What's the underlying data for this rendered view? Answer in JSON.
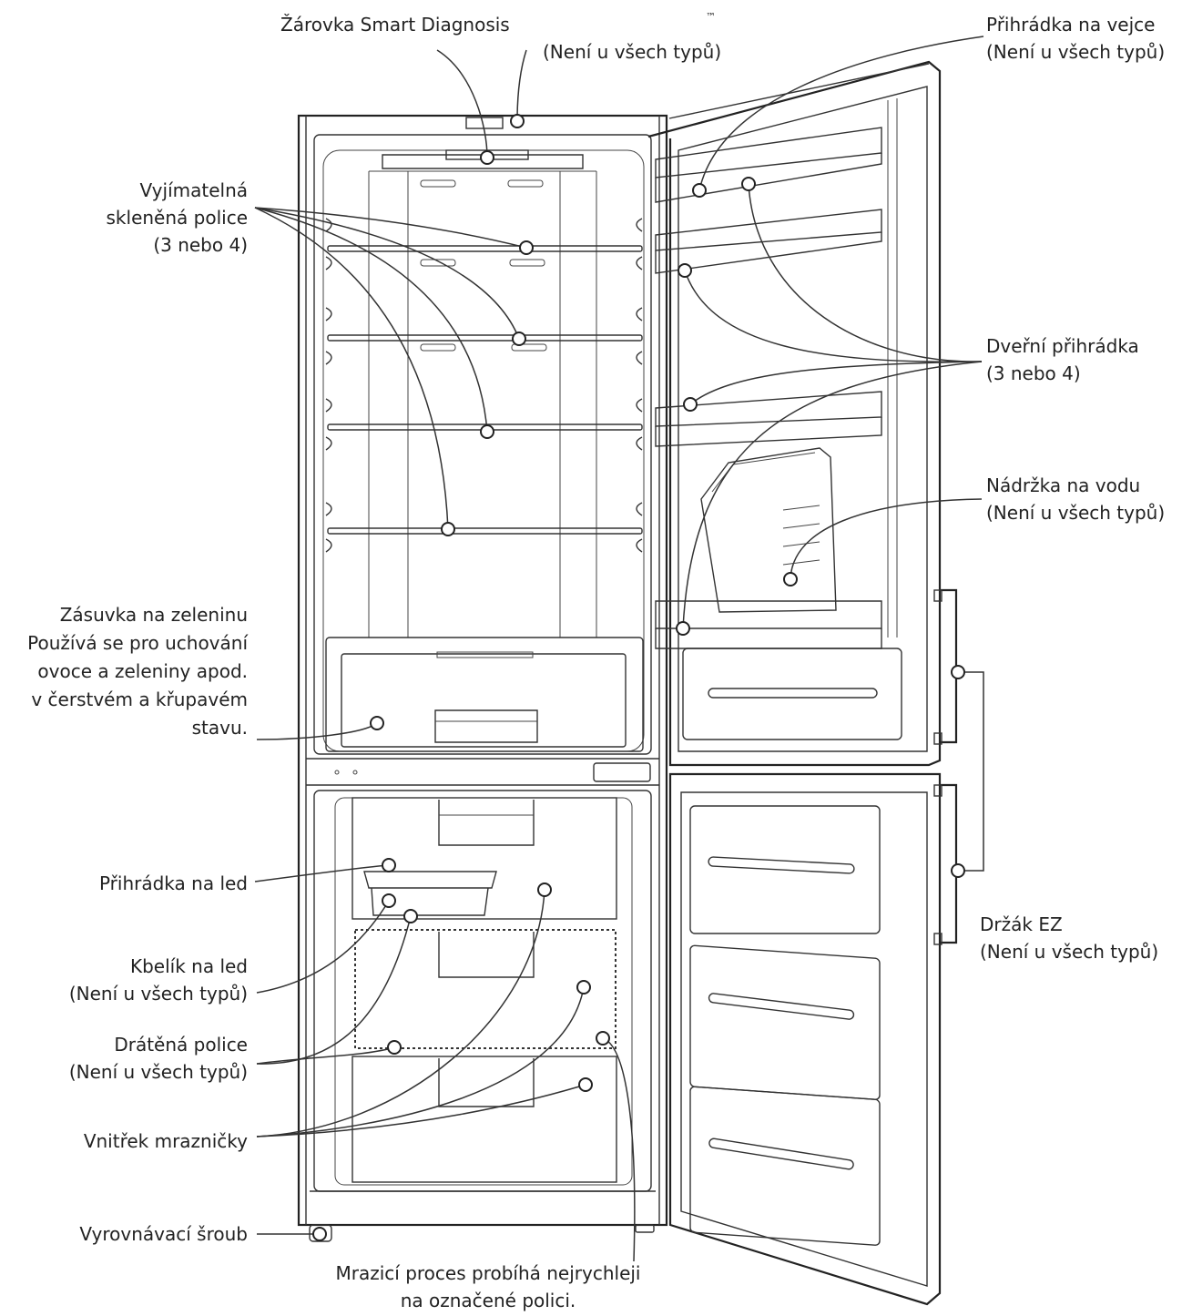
{
  "labels": {
    "smart_diagnosis": "Žárovka Smart Diagnosis",
    "tm": "™",
    "not_all_top": "(Není u všech typů)",
    "glass_shelf": [
      "Vyjímatelná",
      "skleněná police",
      "(3 nebo 4)"
    ],
    "egg_box": [
      "Přihrádka na vejce",
      "(Není u všech typů)"
    ],
    "door_bin": [
      "Dveřní přihrádka",
      "(3 nebo 4)"
    ],
    "water_tank": [
      "Nádržka na vodu",
      "(Není u všech typů)"
    ],
    "vegetable_drawer": [
      "Zásuvka na zeleninu",
      "Používá se pro uchování",
      "ovoce a zeleniny apod.",
      "v čerstvém a křupavém",
      "stavu."
    ],
    "ice_tray": "Přihrádka na led",
    "ice_bucket": [
      "Kbelík na led",
      "(Není u všech typů)"
    ],
    "wire_shelf": [
      "Drátěná police",
      "(Není u všech typů)"
    ],
    "freezer_interior": "Vnitřek mrazničky",
    "leveling_screw": "Vyrovnávací šroub",
    "ez_handle": [
      "Držák EZ",
      "(Není u všech typů)"
    ],
    "fast_freeze": [
      "Mrazicí proces probíhá nejrychleji",
      "na označené polici."
    ]
  },
  "colors": {
    "line": "#222222",
    "background": "#ffffff"
  }
}
